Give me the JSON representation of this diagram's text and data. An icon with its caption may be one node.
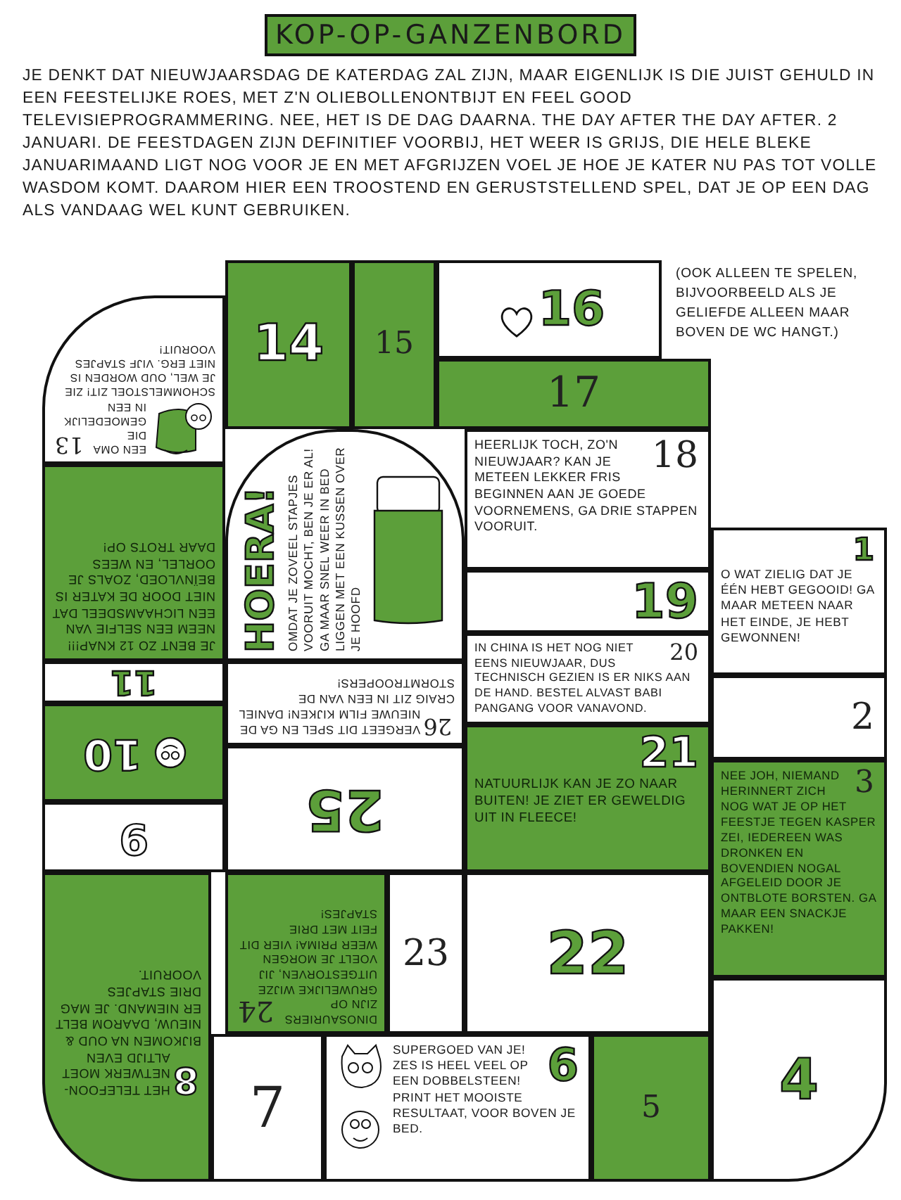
{
  "diagram": {
    "title": "KOP-OP-GANZENBORD",
    "nodes": [
      {
        "text": [
          "1",
          "O WAT ZIELIG DAT JE ÉÉN HEBT GEGOOID! GA MAAR METEEN NAAR HET EINDE, JE HEBT GEWONNEN!"
        ]
      },
      {
        "text": [
          "2"
        ]
      },
      {
        "text": [
          "3",
          "NEE JOH, NIEMAND HERINNERT ZICH NOG WAT JE OP HET FEESTJE TEGEN KASPER ZEI, IEDEREEN WAS DRONKEN EN BOVENDIEN NOGAL AFGELEID DOOR JE ONTBLOTE BORSTEN. GA MAAR EEN SNACKJE PAKKEN!"
        ]
      },
      {
        "text": [
          "4"
        ]
      },
      {
        "text": [
          "5"
        ]
      },
      {
        "text": [
          "6",
          "SUPERGOED VAN JE! ZES IS HEEL VEEL OP EEN DOBBELSTEEN! PRINT HET MOOISTE RESULTAAT, VOOR BOVEN JE BED."
        ]
      },
      {
        "text": [
          "7"
        ]
      },
      {
        "text": [
          "8",
          "HET TELEFOON-NETWERK MOET ALTIJD EVEN BIJKOMEN NA OUD & NIEUW, DAAROM BELT ER NIEMAND. JE MAG DRIE STAPJES VOORUIT."
        ]
      },
      {
        "text": [
          "9"
        ]
      },
      {
        "text": [
          "10"
        ]
      },
      {
        "text": [
          "11"
        ]
      },
      {
        "text": [
          "JE BENT ZO 12 KNAP!!! NEEM EEN SELFIE VAN EEN LICHAAMSDEEL DAT NIET DOOR DE KATER IS BEÏNVLOED, ZOALS JE OORLEL, EN WEES DAAR TROTS OP!"
        ]
      },
      {
        "text": [
          "13",
          "EEN OMA DIE GEMOEDELIJK IN EEN SCHOMMELSTOEL ZIT! ZIE JE WEL, OUD WORDEN IS NIET ERG. VIJF STAPJES VOORUIT!"
        ]
      },
      {
        "text": [
          "14"
        ]
      },
      {
        "text": [
          "15"
        ]
      },
      {
        "text": [
          "16"
        ]
      },
      {
        "text": [
          "17"
        ]
      },
      {
        "text": [
          "18",
          "HEERLIJK TOCH, ZO'N NIEUWJAAR? KAN JE METEEN LEKKER FRIS BEGINNEN AAN JE GOEDE VOORNEMENS, GA DRIE STAPPEN VOORUIT."
        ]
      },
      {
        "text": [
          "19"
        ]
      },
      {
        "text": [
          "20",
          "IN CHINA IS HET NOG NIET EENS NIEUWJAAR, DUS TECHNISCH GEZIEN IS ER NIKS AAN DE HAND. BESTEL ALVAST BABI PANGANG VOOR VANAVOND."
        ]
      },
      {
        "text": [
          "21",
          "NATUURLIJK KAN JE ZO NAAR BUITEN! JE ZIET ER GEWELDIG UIT IN FLEECE!"
        ]
      },
      {
        "text": [
          "22"
        ]
      },
      {
        "text": [
          "23"
        ]
      },
      {
        "text": [
          "24",
          "DINOSAURIERS ZIJN OP GRUWELIJKE WIJZE UITGESTORVEN, JIJ VOELT JE MORGEN WEER PRIMA! VIER DIT FEIT MET DRIE STAPJES!"
        ]
      },
      {
        "text": [
          "25"
        ]
      },
      {
        "text": [
          "26",
          "VERGEET DIT SPEL EN GA DE NIEUWE FILM KIJKEN! DANIEL CRAIG ZIT IN EEN VAN DE STORMTROOPERS!"
        ]
      },
      {
        "text": [
          "HOERA!",
          "OMDAT JE ZOVEEL STAPJES VOORUIT MOCHT, BEN JE ER AL! GA MAAR SNEL WEER IN BED LIGGEN MET EEN KUSSEN OVER JE HOOFD"
        ]
      }
    ],
    "labels": [
      "JE DENKT DAT NIEUWJAARSDAG DE KATERDAG ZAL ZIJN, MAAR EIGENLIJK IS DIE JUIST GEHULD IN EEN FEESTELIJKE ROES, MET Z'N OLIEBOLLENONTBIJT EN FEEL GOOD TELEVISIEPROGRAMMERING. NEE, HET IS DE DAG DAARNA. THE DAY AFTER THE DAY AFTER. 2 JANUARI. DE FEESTDAGEN ZIJN DEFINITIEF VOORBIJ, HET WEER IS GRIJS, DIE HELE BLEKE JANUARIMAAND LIGT NOG VOOR JE EN MET AFGRIJZEN VOEL JE HOE JE KATER NU PAS TOT VOLLE WASDOM KOMT. DAAROM HIER EEN TROOSTEND EN GERUSTSTELLEND SPEL, DAT JE OP EEN DAG ALS VANDAAG WEL KUNT GEBRUIKEN.",
      "(OOK ALLEEN TE SPELEN, BIJVOORBEELD ALS JE GELIEFDE ALLEEN MAAR BOVEN DE WC HANGT.)"
    ]
  }
}
